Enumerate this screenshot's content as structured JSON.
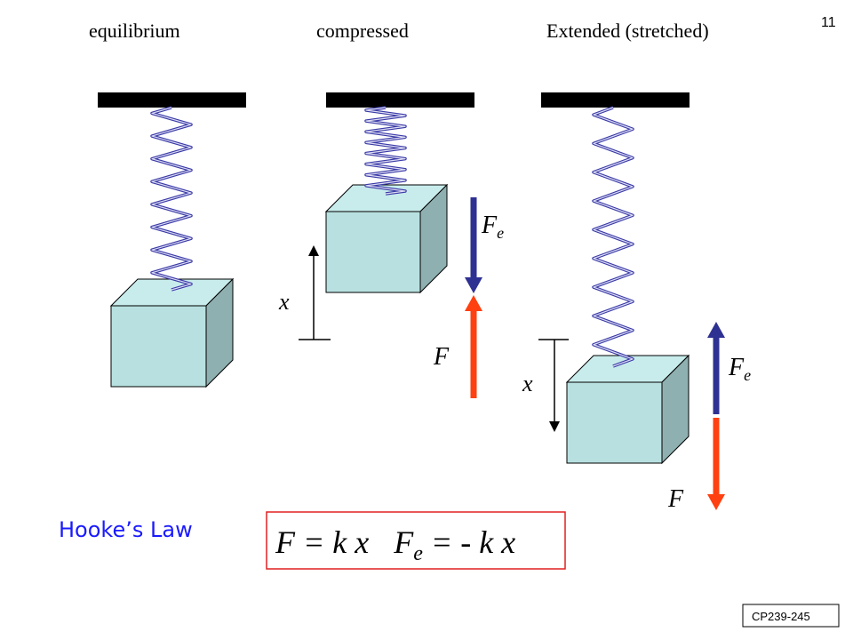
{
  "slide_number": "11",
  "labels": {
    "equilibrium": "equilibrium",
    "compressed": "compressed",
    "extended": "Extended (stretched)"
  },
  "symbols": {
    "x": "x",
    "F": "F",
    "Fe_main": "F",
    "Fe_sub": "e"
  },
  "title": "Hooke’s Law",
  "equation": {
    "part1": "F = k x",
    "fe_main": "F",
    "fe_sub": "e",
    "part2": " = - k x"
  },
  "course_code": "CP239-245",
  "colors": {
    "spring": "#3a3aa8",
    "block_front": "#b8e0e0",
    "block_side": "#8fb0b0",
    "block_top": "#c8ecec",
    "arrow_fe": "#2e3192",
    "arrow_f": "#ff4010",
    "equation_border": "#e02020",
    "title": "#1a1aff"
  }
}
